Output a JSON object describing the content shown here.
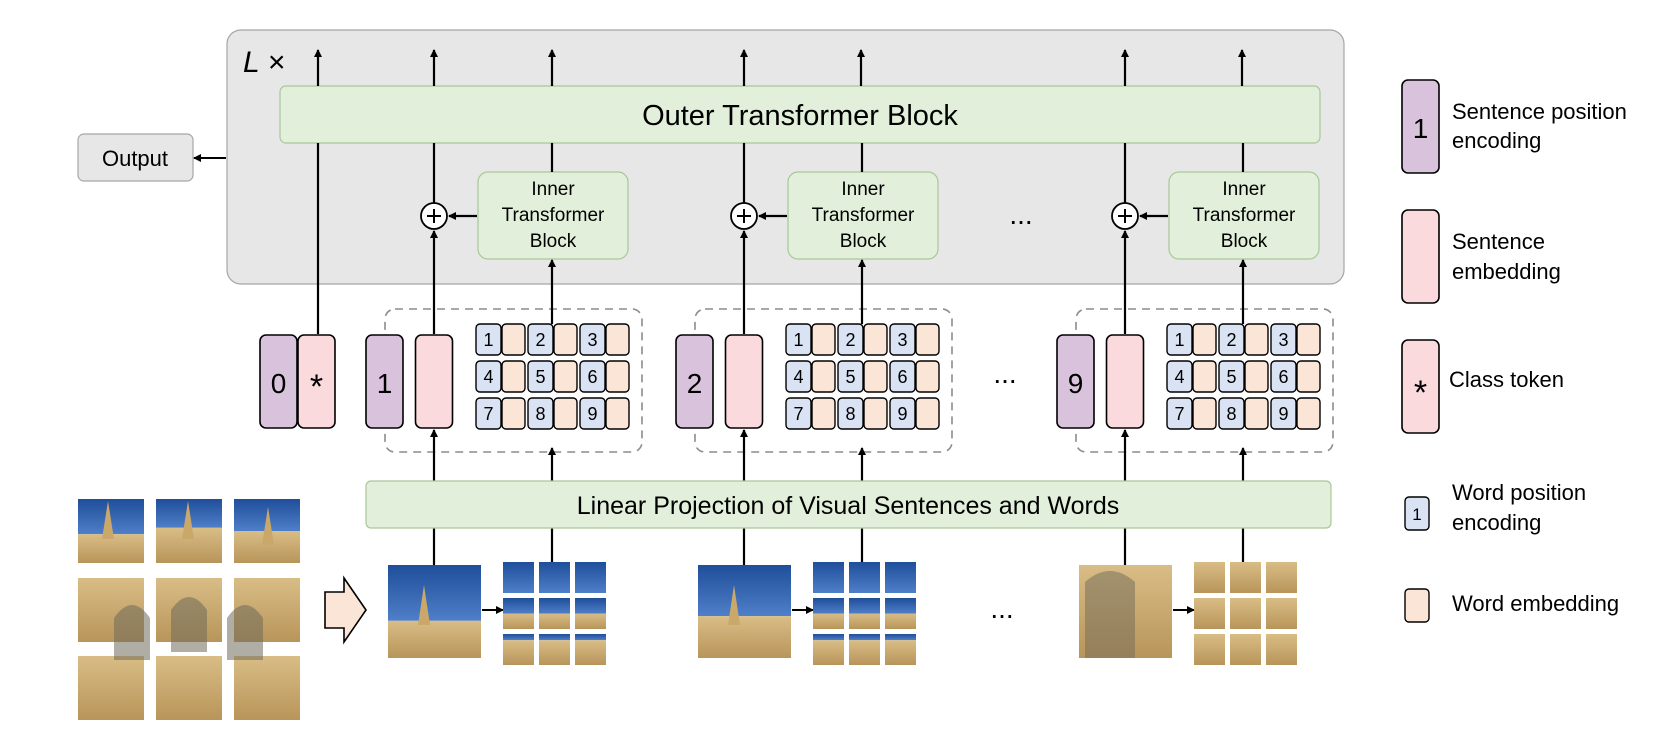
{
  "outer_block": {
    "repeat_label": "L ×",
    "title": "Outer Transformer Block"
  },
  "inner_block_label": [
    "Inner",
    "Transformer",
    "Block"
  ],
  "output_label": "Output",
  "projection_label": "Linear Projection of Visual Sentences and Words",
  "class_token": {
    "position": "0",
    "symbol": "*"
  },
  "groups": [
    {
      "position": "1",
      "words": [
        "1",
        "2",
        "3",
        "4",
        "5",
        "6",
        "7",
        "8",
        "9"
      ]
    },
    {
      "position": "2",
      "words": [
        "1",
        "2",
        "3",
        "4",
        "5",
        "6",
        "7",
        "8",
        "9"
      ]
    },
    {
      "position": "9",
      "words": [
        "1",
        "2",
        "3",
        "4",
        "5",
        "6",
        "7",
        "8",
        "9"
      ]
    }
  ],
  "ellipsis": "...",
  "legend": {
    "sentence_position": {
      "sample": "1",
      "line1": "Sentence position",
      "line2": "encoding"
    },
    "sentence_embedding": {
      "line1": "Sentence",
      "line2": "embedding"
    },
    "class_token": {
      "sample": "*",
      "line1": "Class token"
    },
    "word_position": {
      "sample": "1",
      "line1": "Word position",
      "line2": "encoding"
    },
    "word_embedding": {
      "line1": "Word embedding"
    }
  },
  "colors": {
    "green": "#e2efda",
    "purple": "#d9c3dc",
    "pink": "#fadadd",
    "blue": "#dae3f3",
    "peach": "#fbe5d6",
    "panel": "#e7e7e7",
    "sky": "#2f5597",
    "stone": "#c9a86a"
  }
}
